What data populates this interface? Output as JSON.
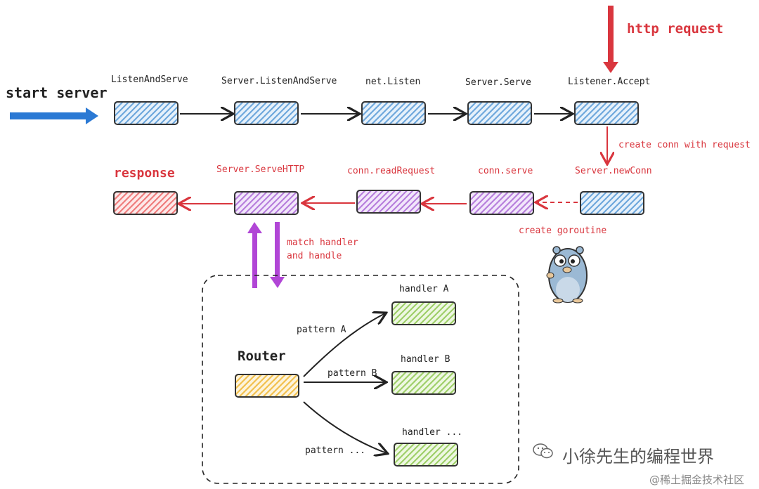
{
  "colors": {
    "accent_red": "#d9363e",
    "accent_blue": "#2b79d4",
    "accent_purple": "#b146d6"
  },
  "labels": {
    "start_server": "start server",
    "http_request": "http request",
    "listen_and_serve": "ListenAndServe",
    "server_listen_and_serve": "Server.ListenAndServe",
    "net_listen": "net.Listen",
    "server_serve": "Server.Serve",
    "listener_accept": "Listener.Accept",
    "create_conn": "create conn with request",
    "server_new_conn": "Server.newConn",
    "conn_serve": "conn.serve",
    "conn_read_request": "conn.readRequest",
    "server_serve_http": "Server.ServeHTTP",
    "response": "response",
    "create_goroutine": "create goroutine",
    "match_handler_line1": "match handler",
    "match_handler_line2": "and handle",
    "router": "Router",
    "pattern_a": "pattern A",
    "pattern_b": "pattern B",
    "pattern_more": "pattern ...",
    "handler_a": "handler A",
    "handler_b": "handler B",
    "handler_more": "handler ...",
    "watermark_main": "小徐先生的编程世界",
    "watermark_sub": "@稀土掘金技术社区"
  }
}
